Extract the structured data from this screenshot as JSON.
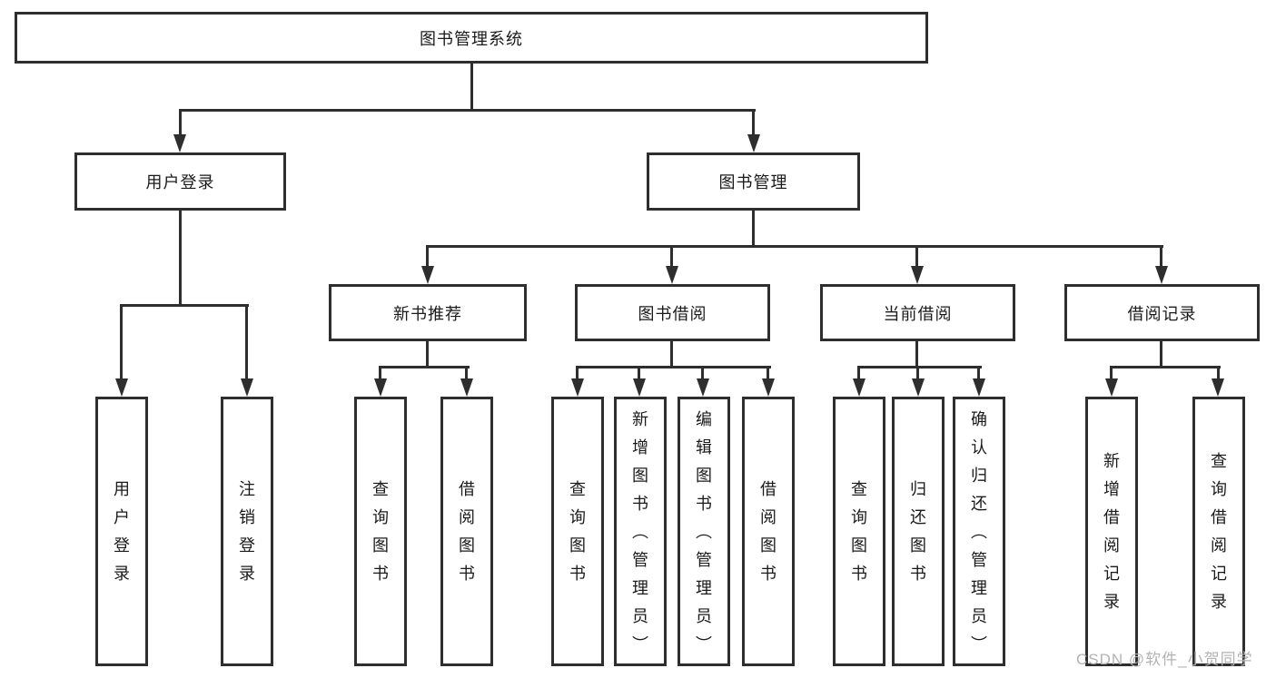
{
  "diagram": {
    "root": "图书管理系统",
    "branches": {
      "user_login": {
        "label": "用户登录",
        "children": {
          "login": "用户登录",
          "logout": "注销登录"
        }
      },
      "book_mgmt": {
        "label": "图书管理",
        "children": {
          "new_book_rec": {
            "label": "新书推荐",
            "children": {
              "query_book": "查询图书",
              "borrow_book": "借阅图书"
            }
          },
          "book_borrow": {
            "label": "图书借阅",
            "children": {
              "query_book": "查询图书",
              "add_book": "新增图书（管理员）",
              "edit_book": "编辑图书（管理员）",
              "borrow_book": "借阅图书"
            }
          },
          "current_borrow": {
            "label": "当前借阅",
            "children": {
              "query_book": "查询图书",
              "return_book": "归还图书",
              "confirm_return": "确认归还（管理员）"
            }
          },
          "borrow_records": {
            "label": "借阅记录",
            "children": {
              "add_record": "新增借阅记录",
              "query_record": "查询借阅记录"
            }
          }
        }
      }
    }
  },
  "watermark": "CSDN @软件_小贺同学",
  "colors": {
    "line": "#2e2e2e",
    "text": "#1a1a1a",
    "watermark": "#b3b3b3",
    "background": "#ffffff"
  }
}
